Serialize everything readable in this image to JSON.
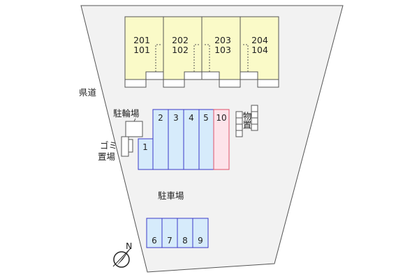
{
  "road_label": "県道",
  "buildings": [
    {
      "top": "201",
      "bottom": "101"
    },
    {
      "top": "202",
      "bottom": "102"
    },
    {
      "top": "203",
      "bottom": "103"
    },
    {
      "top": "204",
      "bottom": "104"
    }
  ],
  "bicycle_parking_label": "駐輪場",
  "garbage_area_label_line1": "ゴミ",
  "garbage_area_label_line2": "置場",
  "storage_label": "物置",
  "parking_lot_label": "駐車場",
  "parking_spaces_upper": [
    "1",
    "2",
    "3",
    "4",
    "5",
    "10"
  ],
  "parking_spaces_lower": [
    "6",
    "7",
    "8",
    "9"
  ],
  "compass_label": "N",
  "colors": {
    "building_fill": "#fafac8",
    "parking_fill": "#d6ebfb",
    "parking_stroke": "#3a3ac8",
    "highlight_fill": "#fde3ea",
    "highlight_stroke": "#e0506a",
    "site_fill": "#f2f2f2"
  }
}
